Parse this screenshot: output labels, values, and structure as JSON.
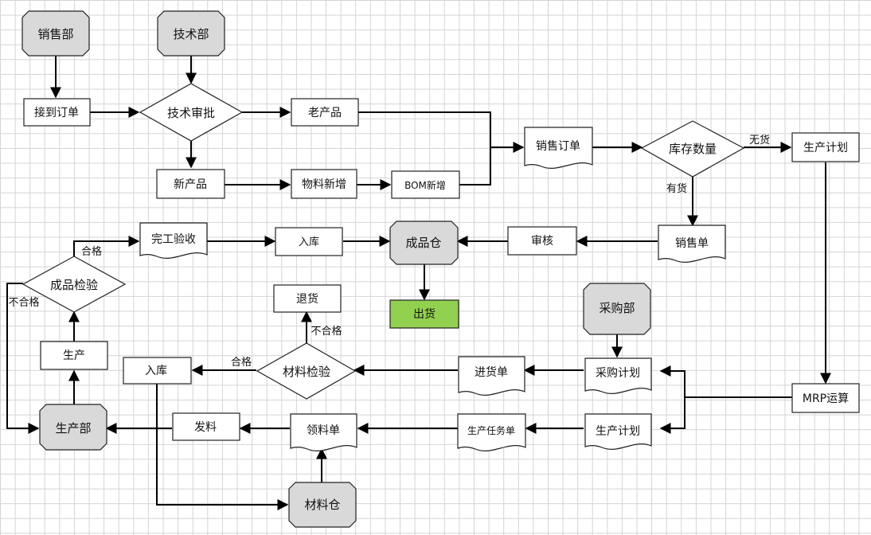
{
  "nodes": {
    "sales_dept": "销售部",
    "tech_dept": "技术部",
    "receive_order": "接到订单",
    "tech_review": "技术审批",
    "old_product": "老产品",
    "new_product": "新产品",
    "material_add": "物料新增",
    "bom_add": "BOM新增",
    "sales_order": "销售订单",
    "stock_qty": "库存数量",
    "prod_plan_top": "生产计划",
    "sales_slip": "销售单",
    "audit": "审核",
    "fg_warehouse": "成品仓",
    "inbound_top": "入库",
    "completion_check": "完工验收",
    "fg_inspection": "成品检验",
    "ship": "出货",
    "return_goods": "退货",
    "purchase_dept": "采购部",
    "production": "生产",
    "material_inspection": "材料检验",
    "inbound_bottom": "入库",
    "receipt": "进货单",
    "purchase_plan": "采购计划",
    "mrp": "MRP运算",
    "production_dept": "生产部",
    "issue_material": "发料",
    "requisition": "领料单",
    "prod_task": "生产任务单",
    "prod_plan_bottom": "生产计划",
    "material_warehouse": "材料仓"
  },
  "edge_labels": {
    "no_stock": "无货",
    "in_stock": "有货",
    "pass_top": "合格",
    "fail_left": "不合格",
    "fail_return": "不合格",
    "pass_material": "合格"
  },
  "colors": {
    "department_fill": "#d9d9d9",
    "ship_fill": "#92d050",
    "grid": "#d4d4d4"
  }
}
